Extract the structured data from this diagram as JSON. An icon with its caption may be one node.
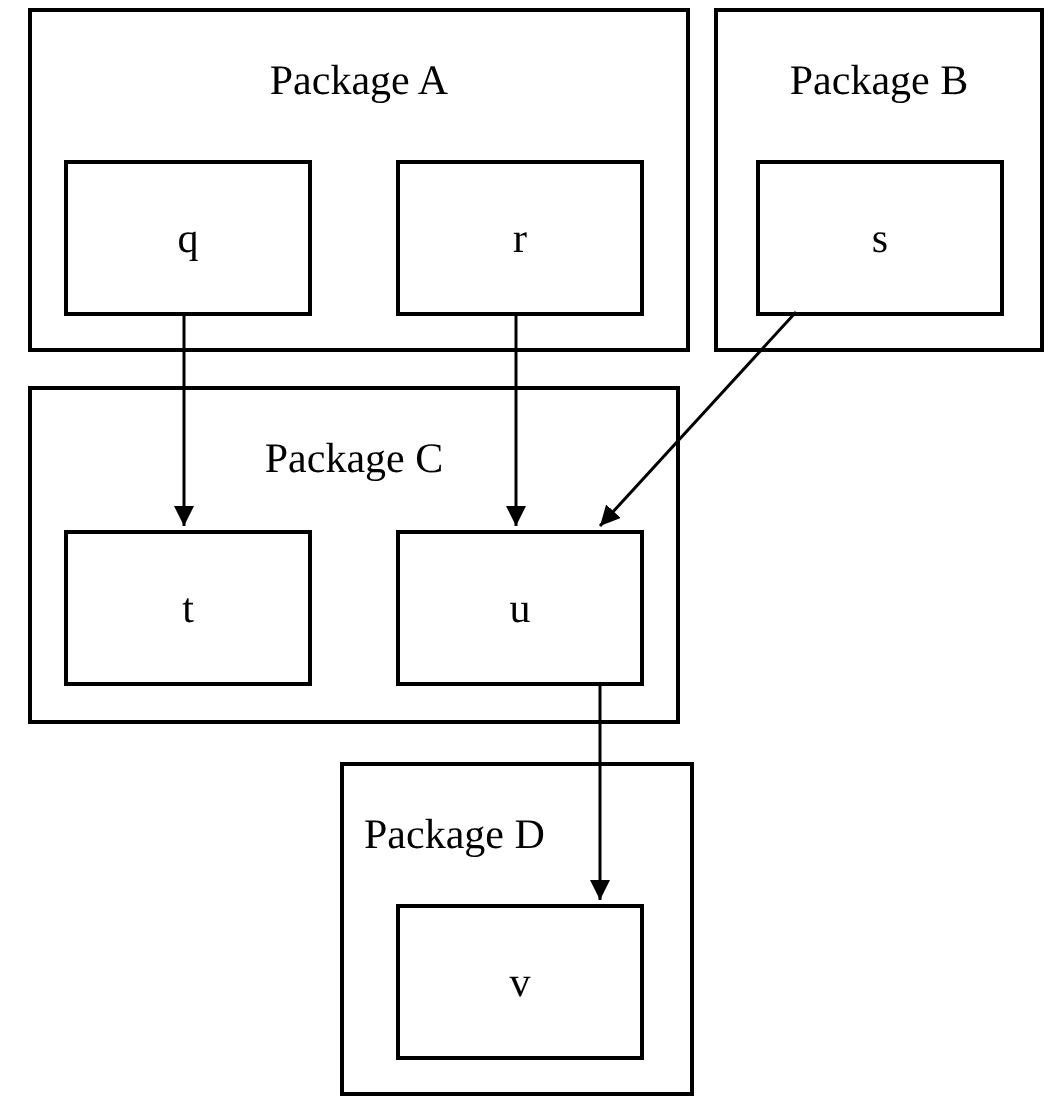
{
  "diagram": {
    "nodes": [
      {
        "text": [
          "Package A"
        ]
      },
      {
        "text": [
          "q"
        ],
        "in": 0
      },
      {
        "text": [
          "r"
        ],
        "in": 0
      },
      {
        "text": [
          "Package B"
        ]
      },
      {
        "text": [
          "s"
        ],
        "in": 3
      },
      {
        "text": [
          "Package C"
        ]
      },
      {
        "text": [
          "t"
        ],
        "in": 5
      },
      {
        "text": [
          "u"
        ],
        "in": 5
      },
      {
        "text": [
          "Package D"
        ]
      },
      {
        "text": [
          "v"
        ],
        "in": 8
      }
    ],
    "edges": [
      {
        "from": 1,
        "to": 6,
        "arrow": "to"
      },
      {
        "from": 2,
        "to": 7,
        "arrow": "to"
      },
      {
        "from": 4,
        "to": 7,
        "arrow": "to"
      },
      {
        "from": 7,
        "to": 9,
        "arrow": "to"
      }
    ]
  }
}
